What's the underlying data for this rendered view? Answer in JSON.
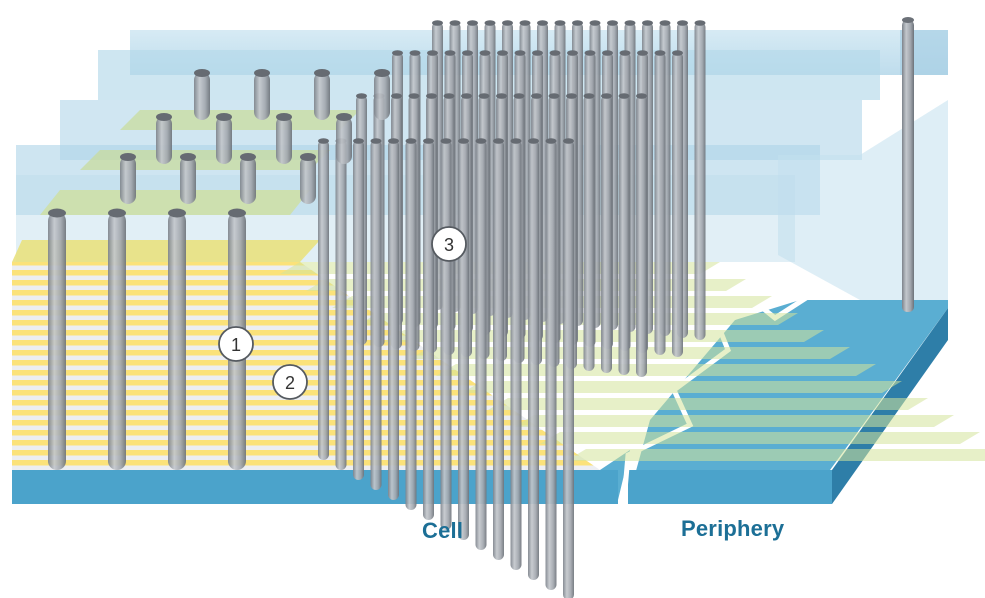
{
  "regions": {
    "cell": "Cell",
    "periphery": "Periphery"
  },
  "markers": [
    "1",
    "2",
    "3"
  ],
  "colors": {
    "substrate_top": "#5aaed2",
    "substrate_front": "#3d92bd",
    "substrate_side": "#2e7ea8",
    "oxide_layer": "#fbe27a",
    "nitride_layer": "#eceef2",
    "stair_step": "#d4e39a",
    "glass": "#b8d9ea",
    "pillar": "#a4a9b0",
    "label_text": "#1c6f96"
  }
}
